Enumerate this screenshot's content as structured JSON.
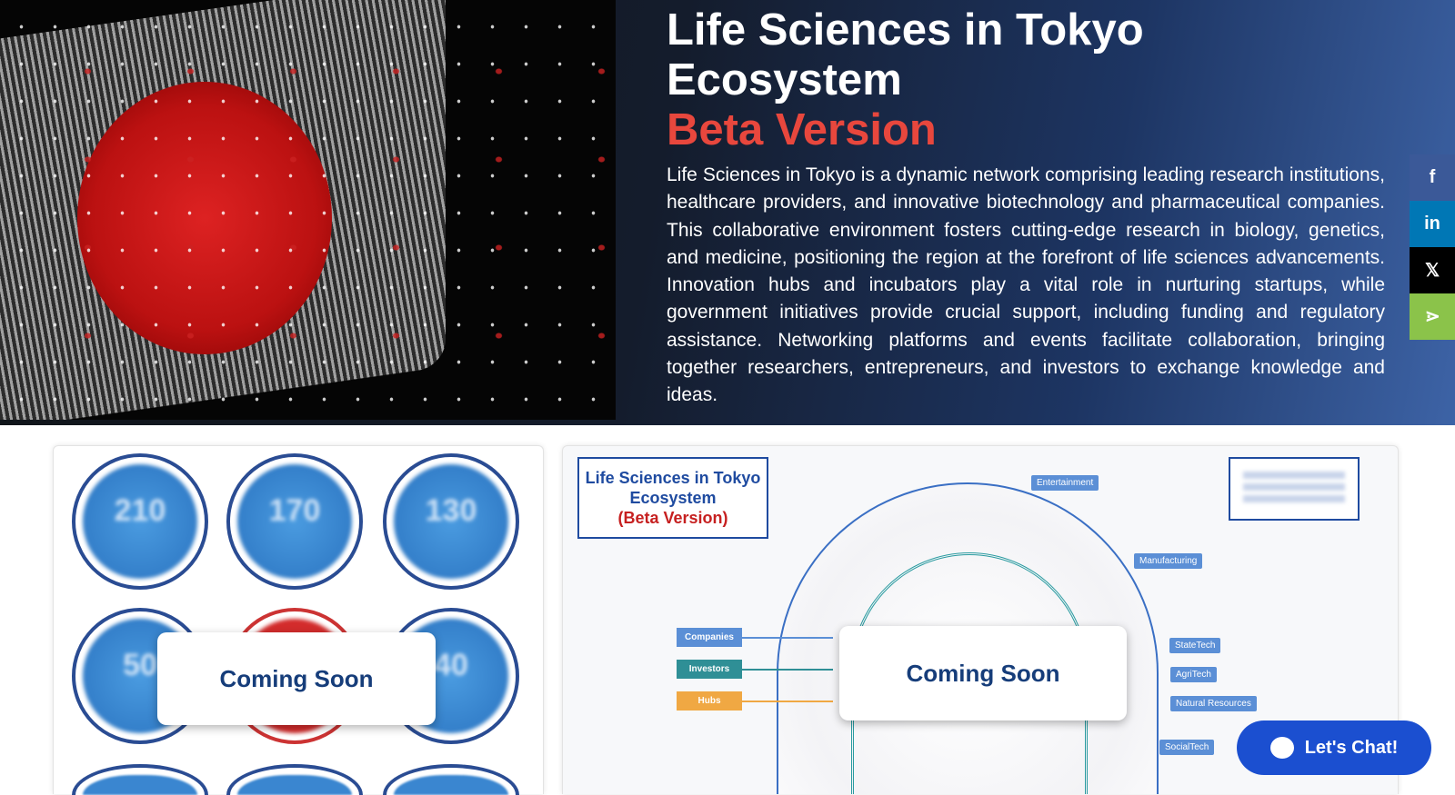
{
  "hero": {
    "title": "Life Sciences in Tokyo Ecosystem",
    "subtitle": "Beta Version",
    "description": "Life Sciences in Tokyo is a dynamic network comprising leading research institutions, healthcare providers, and innovative biotechnology and pharmaceutical companies. This collaborative environment fosters cutting-edge research in biology, genetics, and medicine, positioning the region at the forefront of life sciences advancements. Innovation hubs and incubators play a vital role in nurturing startups, while government initiatives provide crucial support, including funding and regulatory assistance. Networking platforms and events facilitate collaboration, bringing together researchers, entrepreneurs, and investors to exchange knowledge and ideas."
  },
  "social": [
    {
      "icon": "facebook-icon",
      "glyph": "f",
      "color": "#3b5998"
    },
    {
      "icon": "linkedin-icon",
      "glyph": "in",
      "color": "#0077b5"
    },
    {
      "icon": "x-icon",
      "glyph": "𝕏",
      "color": "#000000"
    },
    {
      "icon": "share-icon",
      "glyph": "⋖",
      "color": "#8bc34a"
    }
  ],
  "stats": {
    "values": [
      "210",
      "170",
      "130",
      "50",
      "",
      "40"
    ],
    "coming_soon": "Coming Soon"
  },
  "ecosystem": {
    "title_line1": "Life Sciences in Tokyo",
    "title_line2": "Ecosystem",
    "title_line3": "(Beta Version)",
    "legend": [
      "Companies",
      "Investors",
      "Hubs"
    ],
    "categories": [
      "Entertainment",
      "Manufacturing",
      "StateTech",
      "AgriTech",
      "Natural Resources",
      "SocialTech"
    ],
    "coming_soon": "Coming Soon"
  },
  "chat": {
    "label": "Let's Chat!"
  }
}
